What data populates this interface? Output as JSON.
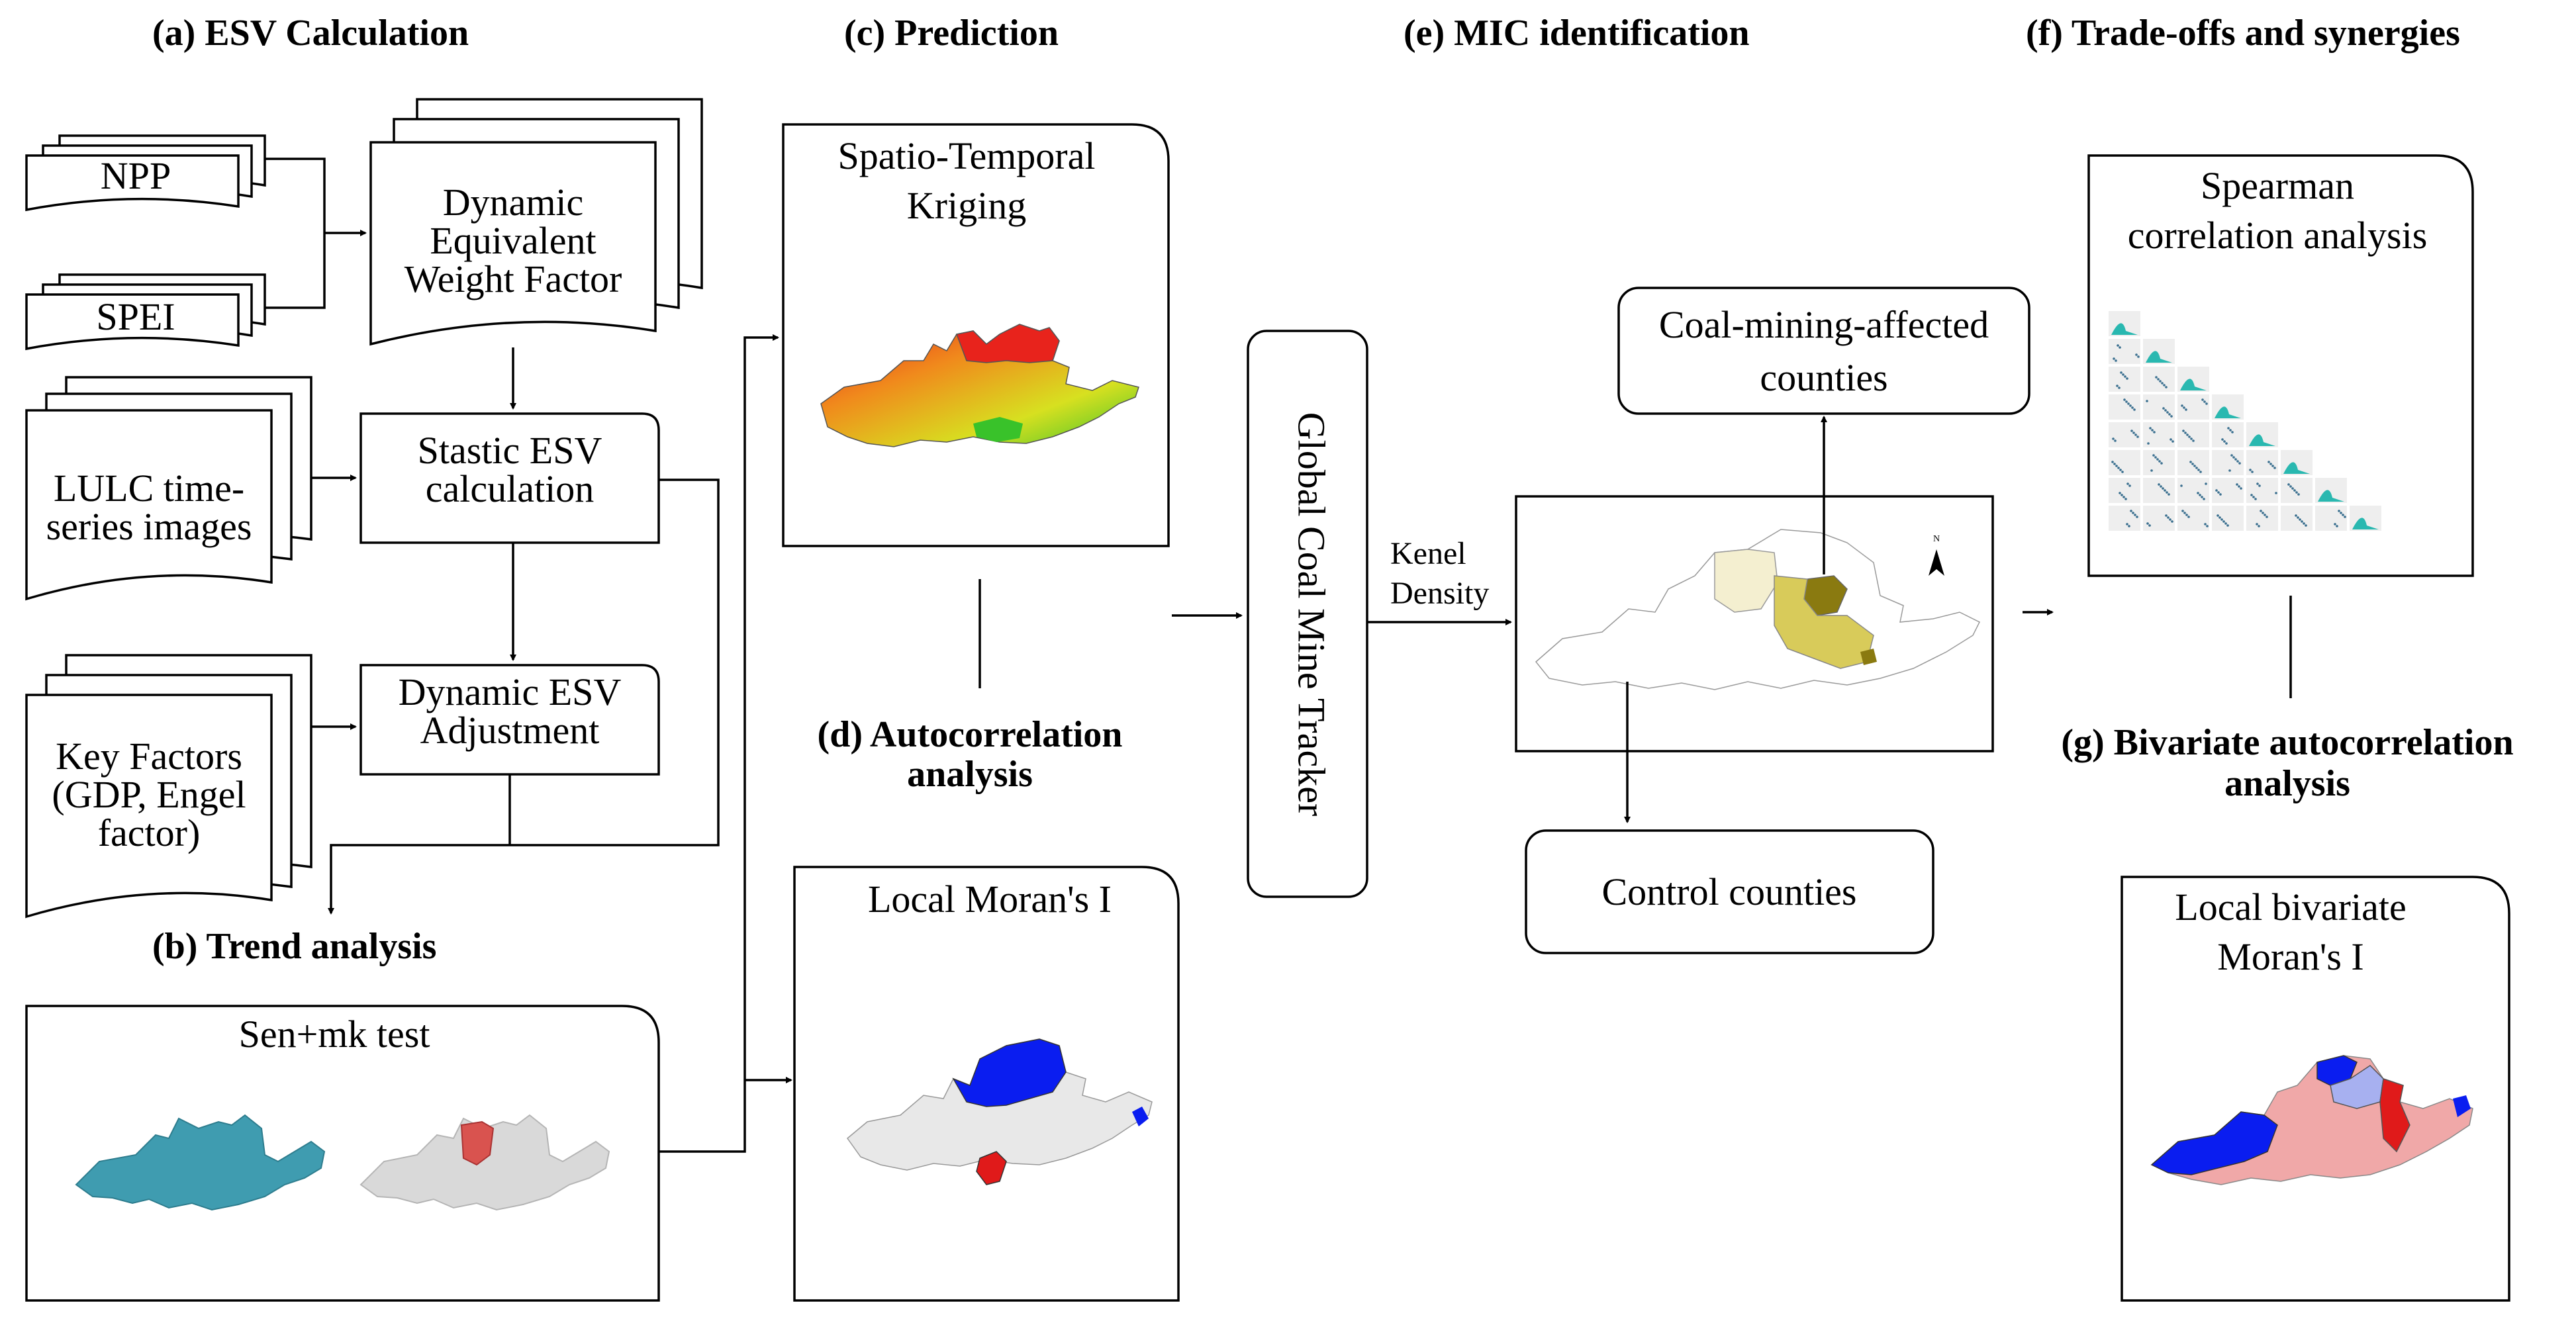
{
  "headers": {
    "a": "(a) ESV Calculation",
    "b": "(b) Trend analysis",
    "c": "(c) Prediction",
    "d_line1": "(d) Autocorrelation",
    "d_line2": "analysis",
    "e": "(e) MIC identification",
    "f": "(f) Trade-offs and synergies",
    "g_line1": "(g) Bivariate autocorrelation",
    "g_line2": "analysis"
  },
  "nodes": {
    "npp": "NPP",
    "spei": "SPEI",
    "dewf": [
      "Dynamic",
      "Equivalent",
      "Weight Factor"
    ],
    "lulc": [
      "LULC time-",
      "series images"
    ],
    "static_esv": [
      "Stastic ESV",
      "calculation"
    ],
    "key_factors": [
      "Key Factors",
      "(GDP, Engel",
      "factor)"
    ],
    "dynamic_adj": [
      "Dynamic ESV",
      "Adjustment"
    ],
    "sen_mk": "Sen+mk test",
    "kriging": [
      "Spatio-Temporal",
      "Kriging"
    ],
    "local_moran": "Local Moran's I",
    "gcmt": "Global Coal Mine Tracker",
    "kernel": [
      "Kenel",
      "Density"
    ],
    "north": "N",
    "coal_affected": [
      "Coal-mining-affected",
      "counties"
    ],
    "control": "Control counties",
    "spearman": [
      "Spearman",
      "correlation analysis"
    ],
    "biv_moran": [
      "Local bivariate",
      "Moran's I"
    ]
  },
  "colors": {
    "trend_teal": "#3f9cb0",
    "trend_grey": "#d9d9d9",
    "trend_red": "#d9534f",
    "kriging_red": "#e8231c",
    "kriging_orange": "#f08a1c",
    "kriging_yellow": "#d7e020",
    "kriging_green": "#39c22a",
    "moran_blue": "#0a1df0",
    "moran_red": "#e01a1a",
    "moran_lightblue": "#a7b0f0",
    "moran_pink": "#f0a8a8",
    "mic_olive": "#8a7a10",
    "mic_yellow": "#d8cb5a",
    "mic_cream": "#f4efd0",
    "spearman_teal": "#29b8b0"
  }
}
